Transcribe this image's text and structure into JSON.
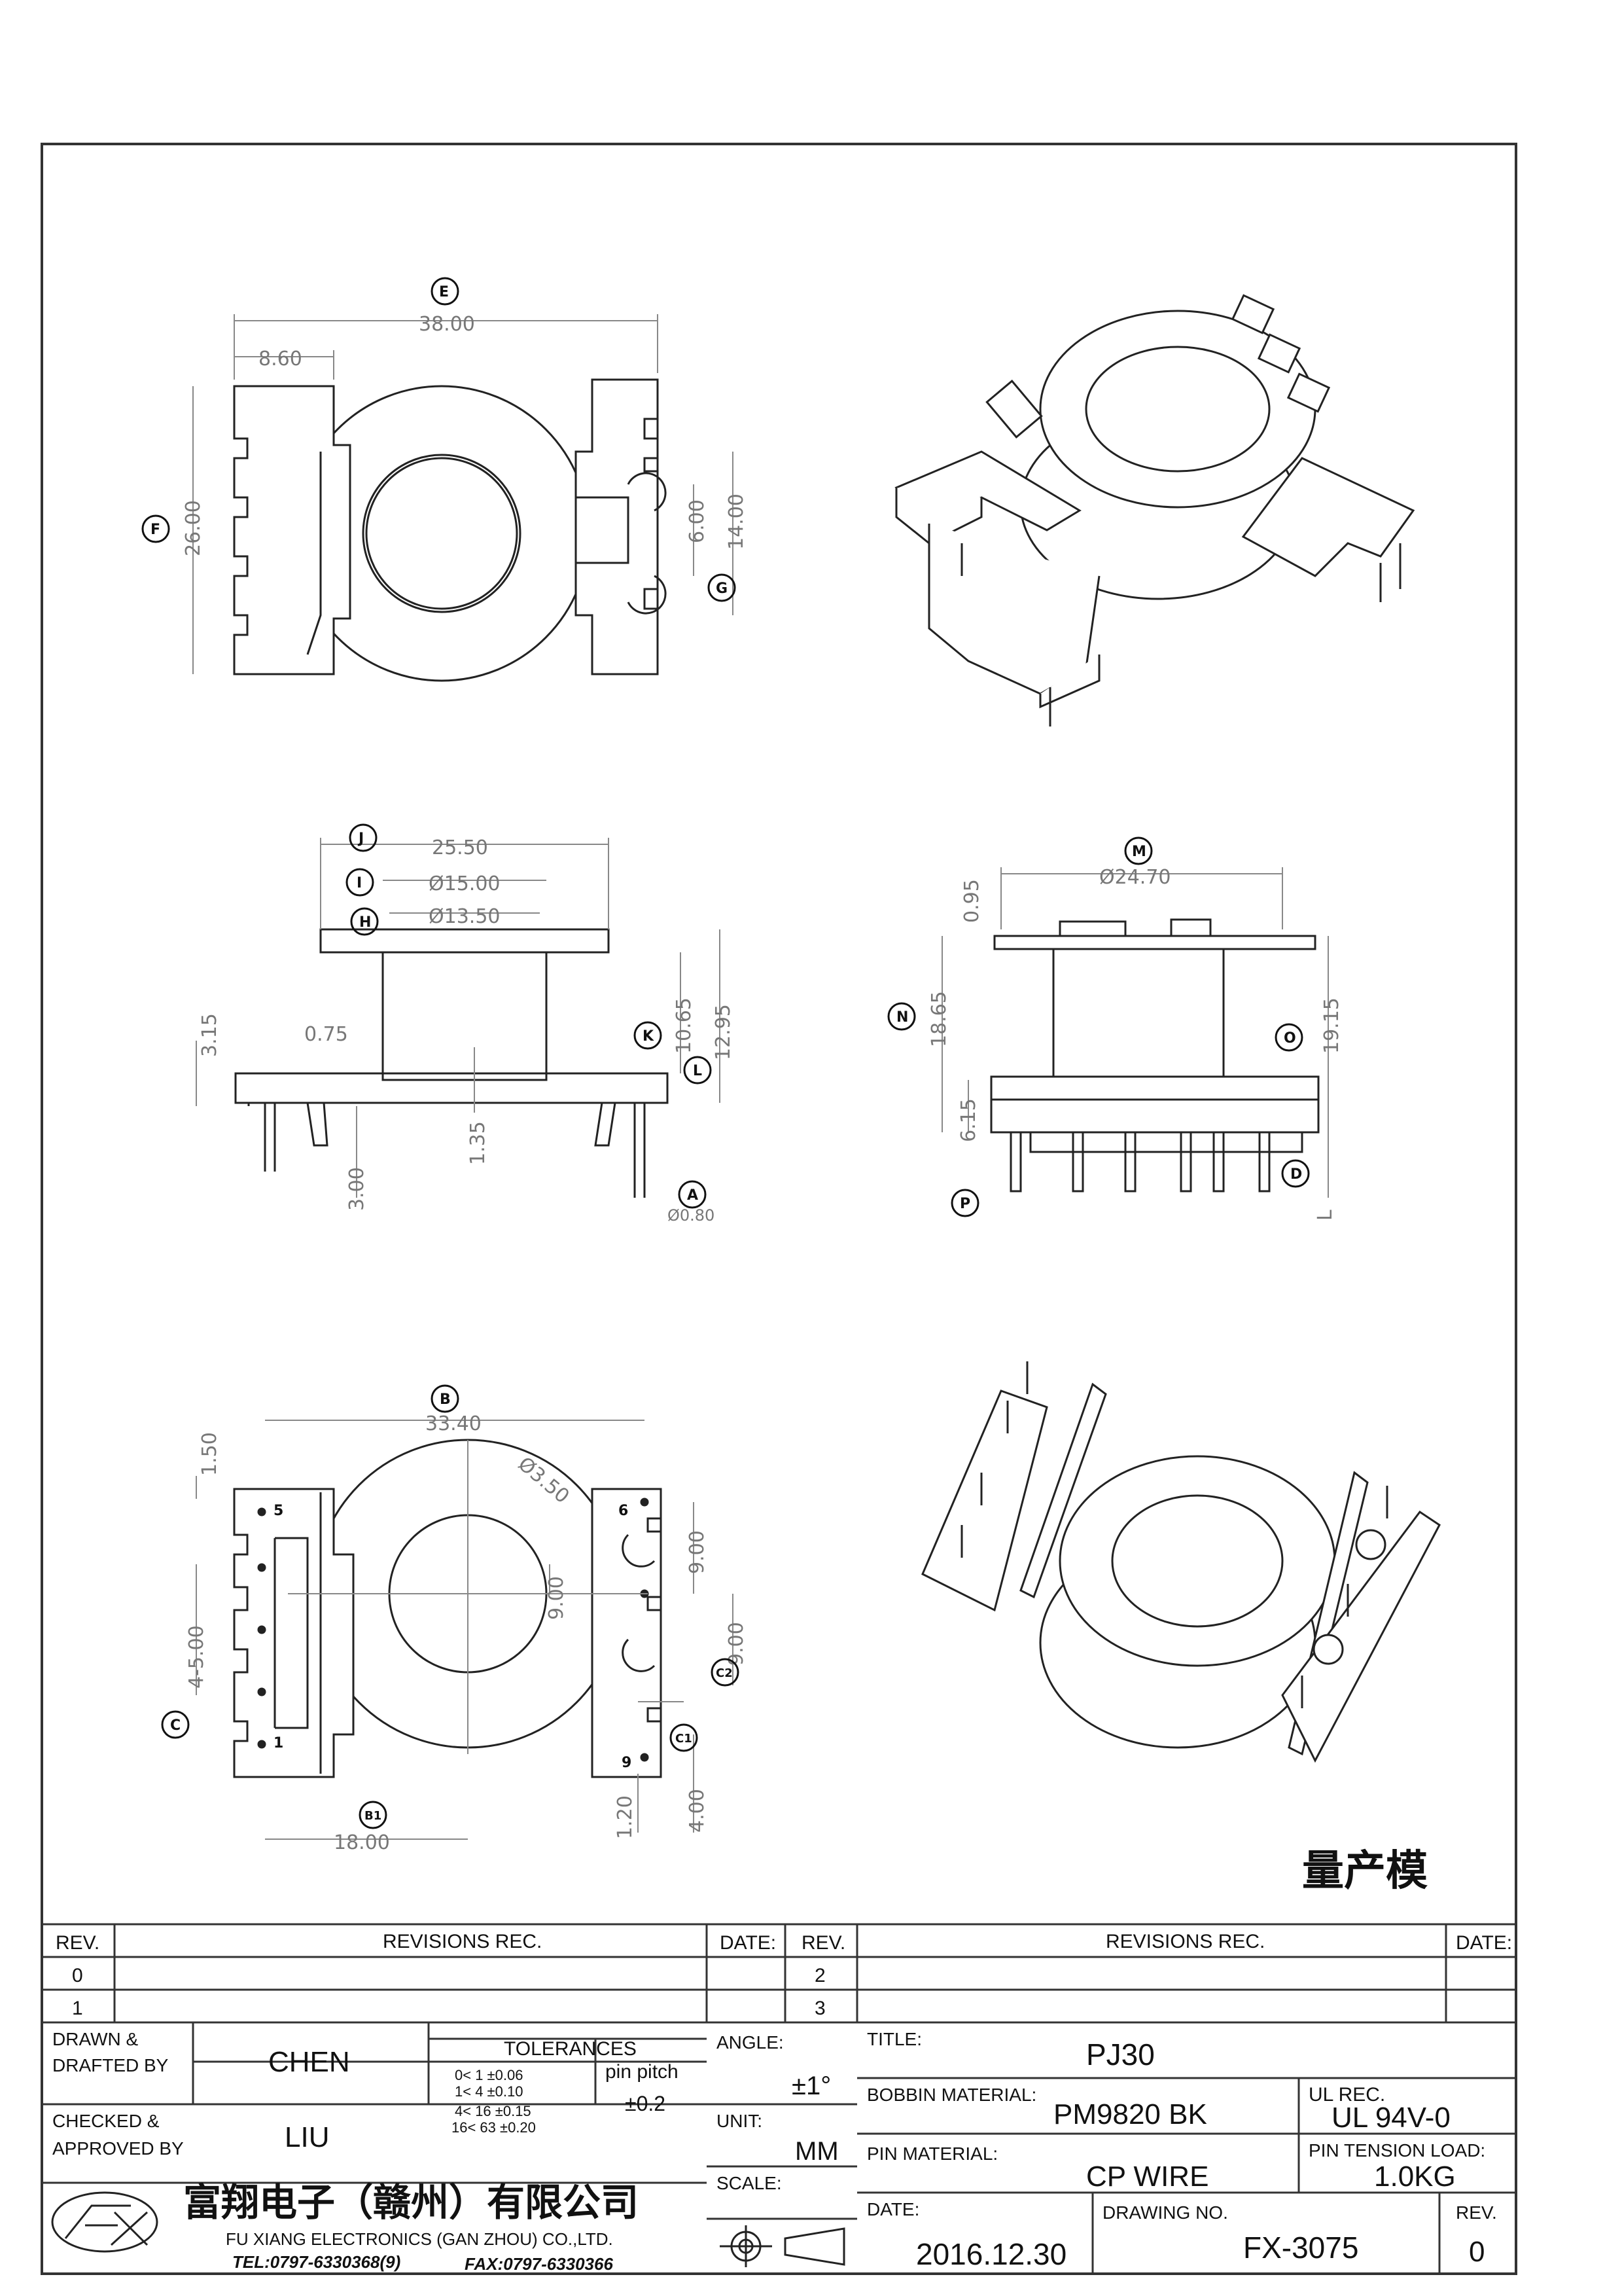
{
  "stamp": "量产模",
  "dimensions": {
    "top_view": {
      "E": "38.00",
      "w": "8.60",
      "F": "26.00",
      "g1": "6.00",
      "g2": "14.00"
    },
    "front_view": {
      "J": "25.50",
      "I": "Ø15.00",
      "H": "Ø13.50",
      "d075": "0.75",
      "d315": "3.15",
      "K": "10.65",
      "L": "12.95",
      "d135": "1.35",
      "d300": "3.00",
      "A": "Ø0.80"
    },
    "side_view": {
      "M": "Ø24.70",
      "d095": "0.95",
      "N": "18.65",
      "d615": "6.15",
      "O": "19.15",
      "L": "L"
    },
    "bottom_view": {
      "B": "33.40",
      "d150": "1.50",
      "d350": "Ø3.50",
      "p45": "4-5.00",
      "d900a": "9.00",
      "d900b": "9.00",
      "d900c": "9.00",
      "B1": "18.00",
      "d120": "1.20",
      "d400": "4.00",
      "pin1": "1",
      "pin5": "5",
      "pin6": "6",
      "pin9": "9"
    }
  },
  "callouts": [
    "E",
    "F",
    "G",
    "J",
    "I",
    "H",
    "K",
    "L",
    "A",
    "M",
    "N",
    "O",
    "D",
    "P",
    "B",
    "C",
    "C2",
    "C1",
    "B1"
  ],
  "revisions": {
    "header": {
      "rev": "REV.",
      "rec": "REVISIONS   REC.",
      "date": "DATE:"
    },
    "left_rows": [
      "0",
      "1"
    ],
    "right_rows": [
      "2",
      "3"
    ]
  },
  "title_block": {
    "drawn_label": "DRAWN &\nDRAFTED BY",
    "drawn": "CHEN",
    "checked_label": "CHECKED &\nAPPROVED BY",
    "checked": "LIU",
    "tol_title": "TOLERANCES",
    "tol_rows": [
      "0<   1    ±0.06",
      "1<   4    ±0.10",
      "4<  16  ±0.15",
      "16<  63  ±0.20"
    ],
    "pin_pitch_label": "pin pitch",
    "pin_pitch": "±0.2",
    "angle_label": "ANGLE:",
    "angle": "±1°",
    "unit_label": "UNIT:",
    "unit": "MM",
    "scale_label": "SCALE:",
    "title_label": "TITLE:",
    "title": "PJ30",
    "bobbin_label": "BOBBIN MATERIAL:",
    "bobbin": "PM9820  BK",
    "ul_label": "UL REC.",
    "ul": "UL  94V-0",
    "pin_mat_label": "PIN MATERIAL:",
    "pin_mat": "CP  WIRE",
    "tension_label": "PIN TENSION LOAD:",
    "tension": "1.0KG",
    "date_label": "DATE:",
    "date": "2016.12.30",
    "drawing_label": "DRAWING NO.",
    "drawing": "FX-3075",
    "rev_label": "REV.",
    "rev": "0",
    "company_cn": "富翔电子（赣州）有限公司",
    "company_en": "FU XIANG ELECTRONICS (GAN ZHOU) CO.,LTD.",
    "tel": "TEL:0797-6330368(9)",
    "fax": "FAX:0797-6330366"
  }
}
